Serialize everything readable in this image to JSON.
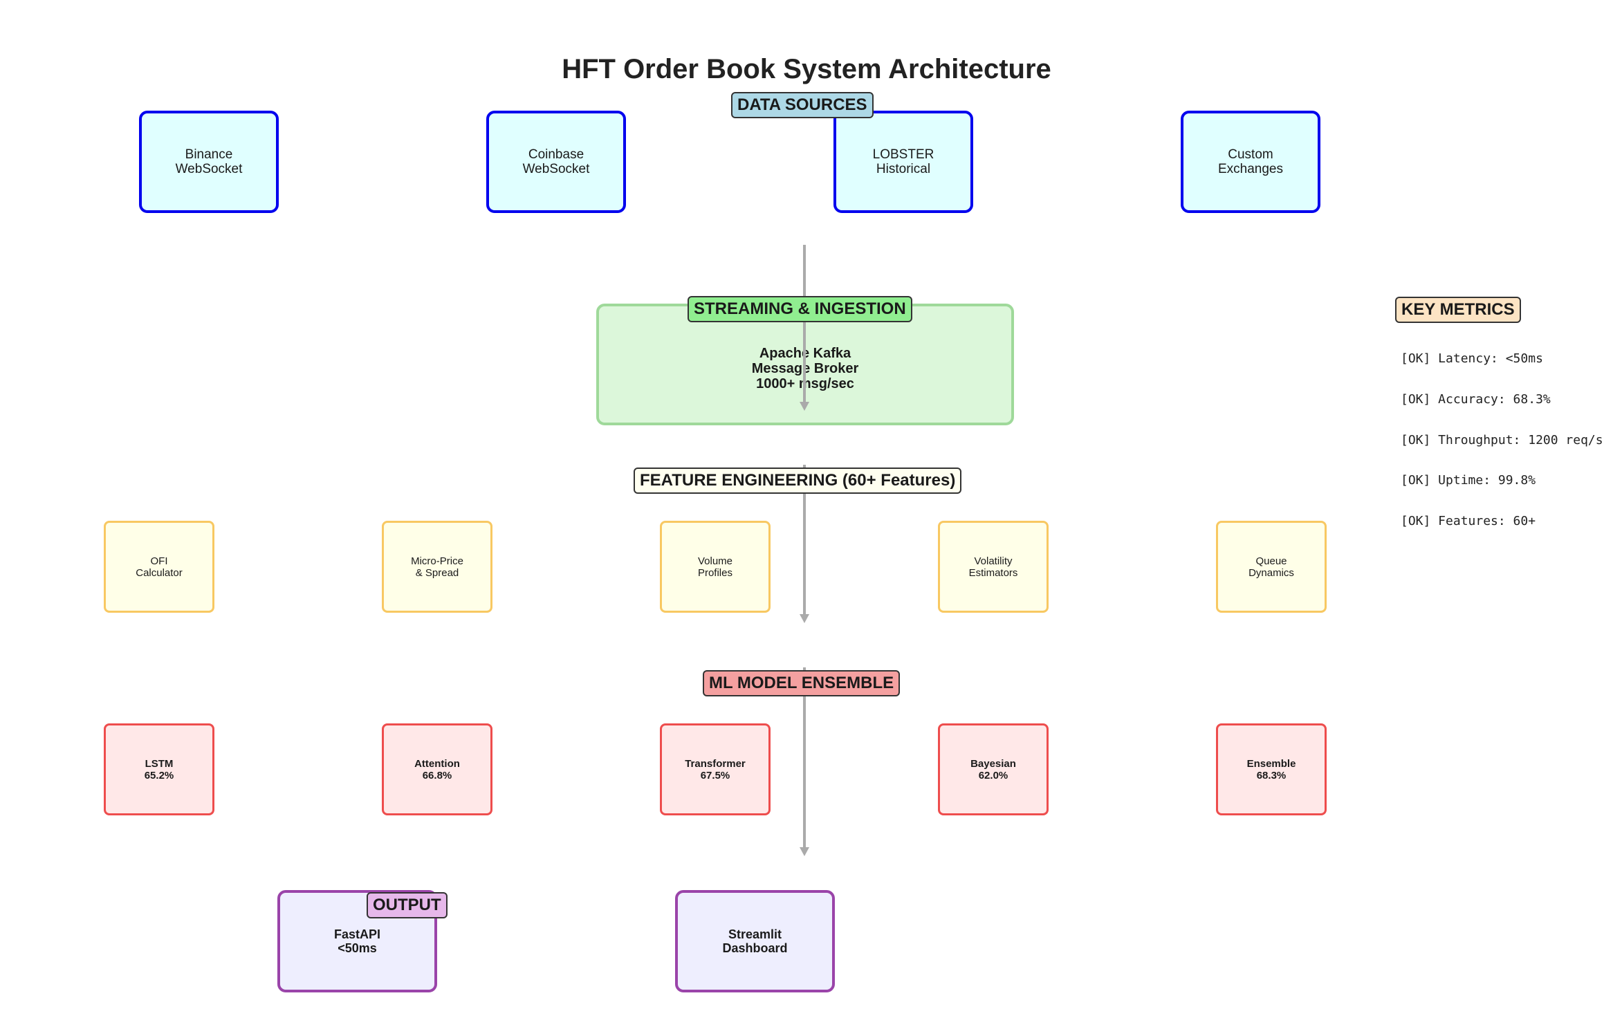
{
  "title": "HFT Order Book System Architecture",
  "sections": {
    "data_sources": "DATA SOURCES",
    "streaming": "STREAMING & INGESTION",
    "features": "FEATURE ENGINEERING (60+ Features)",
    "models": "ML MODEL ENSEMBLE",
    "output": "OUTPUT",
    "metrics": "KEY METRICS"
  },
  "data_sources": [
    "Binance\nWebSocket",
    "Coinbase\nWebSocket",
    "LOBSTER\nHistorical",
    "Custom\nExchanges"
  ],
  "streaming_box": "Apache Kafka\nMessage Broker\n1000+ msg/sec",
  "features": [
    "OFI\nCalculator",
    "Micro-Price\n& Spread",
    "Volume\nProfiles",
    "Volatility\nEstimators",
    "Queue\nDynamics"
  ],
  "models": [
    "LSTM\n65.2%",
    "Attention\n66.8%",
    "Transformer\n67.5%",
    "Bayesian\n62.0%",
    "Ensemble\n68.3%"
  ],
  "outputs": [
    "FastAPI\n<50ms",
    "Streamlit\nDashboard"
  ],
  "metrics": [
    "[OK] Latency: <50ms",
    "[OK] Accuracy: 68.3%",
    "[OK] Throughput: 1200 req/s",
    "[OK] Uptime: 99.8%",
    "[OK] Features: 60+"
  ],
  "colors": {
    "source_border": "#0000ee",
    "source_fill": "#e0ffff",
    "stream_border": "#9fd99a",
    "stream_fill": "#dcf7da",
    "feature_border": "#f8c862",
    "feature_fill": "#ffffe8",
    "model_border": "#ee4d4d",
    "model_fill": "#ffe8e8",
    "output_border": "#9a44a9",
    "output_fill": "#eeeefe",
    "arrow": "#aaaaaa"
  }
}
